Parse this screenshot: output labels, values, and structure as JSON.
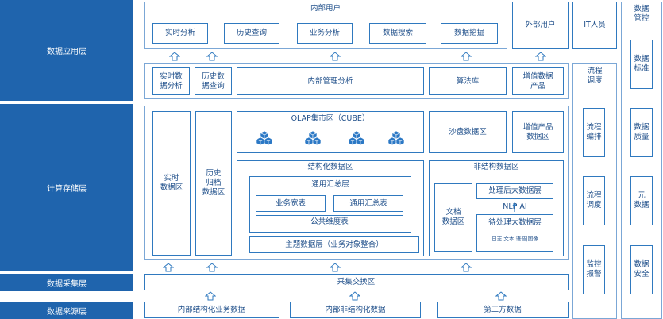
{
  "layers": {
    "app": "数据应用层",
    "compute": "计算存储层",
    "collect": "数据采集层",
    "source": "数据来源层"
  },
  "internal_users": {
    "title": "内部用户",
    "items": [
      "实时分析",
      "历史查询",
      "业务分析",
      "数据搜索",
      "数据挖掘"
    ]
  },
  "external_users": "外部用户",
  "it_staff": "IT人员",
  "data_control": {
    "title": "数据\n管控",
    "items": [
      "数据\n标准",
      "数据\n质量",
      "元\n数据",
      "数据\n安全"
    ]
  },
  "process": {
    "title": "流程\n调度",
    "items": [
      "流程\n编排",
      "流程\n调度",
      "监控\n报警"
    ]
  },
  "middle_row": {
    "realtime": "实时数\n据分析",
    "history": "历史数\n据查询",
    "mgmt": "内部管理分析",
    "algo": "算法库",
    "value_add": "增值数据\n产品"
  },
  "compute": {
    "realtime_zone": "实时\n数据区",
    "history_zone": "历史\n归档\n数据区",
    "olap": "OLAP集市区（CUBE）",
    "sandbox": "沙盘数据区",
    "value_zone": "增值产品\n数据区",
    "structured": {
      "title": "结构化数据区",
      "common_title": "通用汇总层",
      "wide": "业务宽表",
      "summary": "通用汇总表",
      "dimension": "公共维度表",
      "subject": "主题数据层（业务对象整合）"
    },
    "unstructured": {
      "title": "非结构数据区",
      "doc": "文档\n数据区",
      "processed": "处理后大数据层",
      "nlp": "NLP  AI",
      "pending": "待处理大数据层",
      "pending_sub": "日志|文本|语音|图像"
    }
  },
  "collect_zone": "采集交换区",
  "sources": [
    "内部结构化业务数据",
    "内部非结构化数据",
    "第三方数据"
  ],
  "colors": {
    "layer": "#1f64ad",
    "border": "#2f79bf",
    "text": "#1f4f8a",
    "cube": "#2b78c5"
  },
  "icons": {
    "arrow": "hollow-up-arrow-icon",
    "cube": "cube-cluster-icon"
  }
}
